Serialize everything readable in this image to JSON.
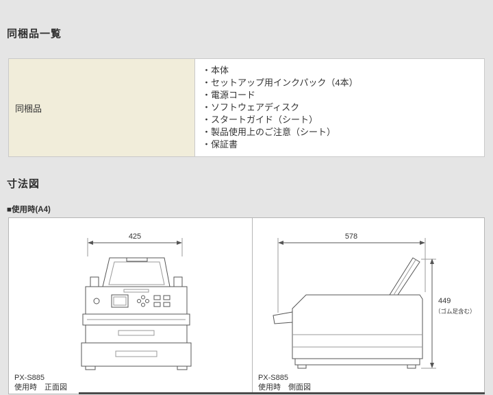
{
  "sections": {
    "included_title": "同梱品一覧",
    "dimensions_title": "寸法図",
    "usage_label": "■使用時(A4)"
  },
  "included_table": {
    "row_label": "同梱品",
    "items": [
      "・本体",
      "・セットアップ用インクパック（4本）",
      "・電源コード",
      "・ソフトウェアディスク",
      "・スタートガイド（シート）",
      "・製品使用上のご注意（シート）",
      "・保証書"
    ]
  },
  "diagrams": {
    "front": {
      "width_dim": "425",
      "model": "PX-S885",
      "caption": "使用時　正面図"
    },
    "side": {
      "width_dim": "578",
      "height_dim": "449",
      "height_note": "（ゴム足含む）",
      "model": "PX-S885",
      "caption": "使用時　側面図"
    }
  },
  "colors": {
    "page_bg": "#e5e5e5",
    "label_cell_bg": "#f1edda",
    "table_border": "#c9c9c9",
    "drawing_line": "#555555"
  }
}
